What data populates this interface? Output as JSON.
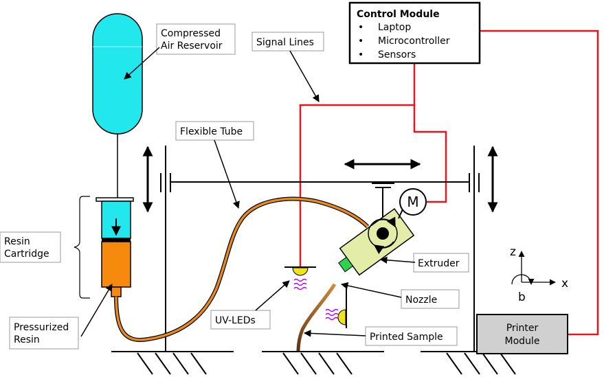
{
  "diagram": {
    "control_module": {
      "title": "Control Module",
      "items": [
        "Laptop",
        "Microcontroller",
        "Sensors"
      ],
      "bullet": "•"
    },
    "labels": {
      "compressed_air_line1": "Compressed",
      "compressed_air_line2": "Air Reservoir",
      "signal_lines": "Signal Lines",
      "flexible_tube": "Flexible Tube",
      "resin_cartridge_line1": "Resin",
      "resin_cartridge_line2": "Cartridge",
      "pressurized_resin_line1": "Pressurized",
      "pressurized_resin_line2": "Resin",
      "uv_leds": "UV-LEDs",
      "extruder": "Extruder",
      "nozzle": "Nozzle",
      "printed_sample": "Printed Sample",
      "printer_module_line1": "Printer",
      "printer_module_line2": "Module",
      "motor": "M"
    },
    "axes": {
      "z": "z",
      "x": "x",
      "b": "b"
    },
    "colors": {
      "air_reservoir": "#22e8ee",
      "resin": "#f58a0c",
      "tube": "#e98a1e",
      "signal_line": "#e8141c",
      "extruder": "#e4eda8",
      "nozzle": "#2fd24a",
      "led": "#f1e21f",
      "uv_wave": "#b300ff",
      "printer_module": "#d0d0d0",
      "printed_sample": "#7a4a1c"
    }
  }
}
